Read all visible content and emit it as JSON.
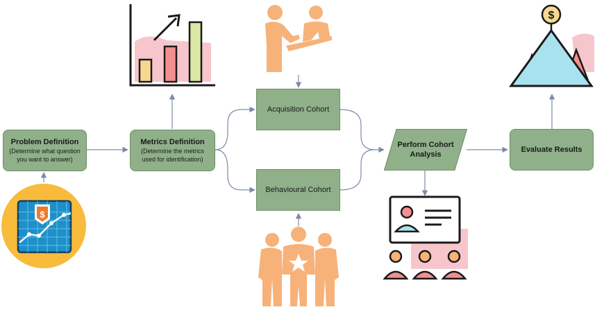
{
  "nodes": {
    "problem": {
      "title": "Problem Definition",
      "sub_line1": "(Determine what question",
      "sub_line2": "you want to answer)"
    },
    "metrics": {
      "title": "Metrics Definition",
      "sub_line1": "(Determine the metrics",
      "sub_line2": "used for identification)"
    },
    "acquisition": {
      "label": "Acquisition Cohort"
    },
    "behavioural": {
      "label": "Behavioural Cohort"
    },
    "perform": {
      "line1": "Perform Cohort",
      "line2": "Analysis"
    },
    "evaluate": {
      "label": "Evaluate Results"
    }
  },
  "icons": {
    "problem": "finance-chart-badge-icon",
    "metrics": "growth-bar-chart-icon",
    "acquisition": "handshake-signing-icon",
    "behavioural": "group-of-people-star-icon",
    "perform": "presentation-audience-icon",
    "evaluate": "mountain-peak-dollar-icon"
  },
  "colors": {
    "node_fill": "#8fb089",
    "node_border": "#6e8d69",
    "connector": "#7c8aa8",
    "pink": "#f4a8a8",
    "orange": "#f7b27a",
    "yellow": "#f6d98f",
    "light_green": "#d9e8a4",
    "sky": "#a8e2ef",
    "badge_yellow": "#f9bb3c",
    "badge_blue": "#1f8fc8"
  }
}
